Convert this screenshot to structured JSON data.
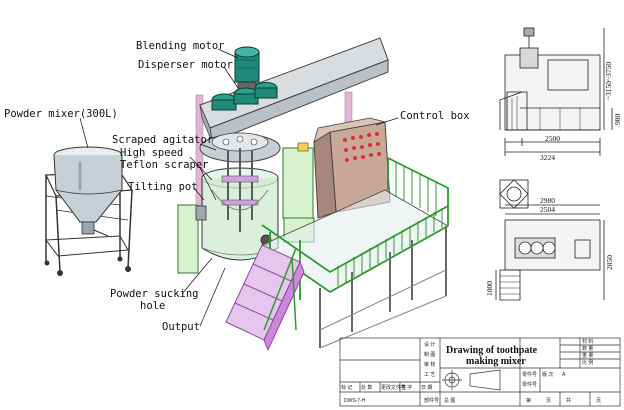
{
  "labels": {
    "blending_motor": "Blending motor",
    "disperser_motor": "Disperser motor",
    "powder_mixer": "Powder mixer(300L)",
    "scraped_agitator": "Scraped agitator",
    "high_speed": "High speed",
    "teflon_scraper": "Teflon scraper",
    "tilting_pot": "Tilting pot",
    "control_box": "Control box",
    "powder_sucking": "Powder sucking",
    "hole": "hole",
    "output": "Output"
  },
  "dimensions": {
    "height_total": "~3150~3750",
    "height_platform": "980",
    "width_front_inner": "2500",
    "width_front_outer": "3224",
    "width_top_outer": "2980",
    "width_top_inner": "2504",
    "depth_top": "2850",
    "depth_stair": "1000"
  },
  "title_block": {
    "title_line1": "Drawing of toothpate",
    "title_line2": "making mixer",
    "cells_right": [
      "材 料",
      "数 量",
      "重 量",
      "比 例"
    ],
    "cells_left": [
      "设 计",
      "制 图",
      "审 核",
      "工 艺"
    ],
    "mid_labels": [
      "零件号",
      "零件号"
    ],
    "version": "版 次",
    "version_value": "A",
    "bottom_row": [
      "标 记",
      "处 数",
      "更改文件号",
      "签 字",
      "日 期"
    ],
    "bottom_right": [
      "第",
      "页",
      "共",
      "页"
    ],
    "drawing_no": "DWS-7-H",
    "part_label": "部件号",
    "part_value": "总 图"
  },
  "colors": {
    "green_frame": "#2c9a2c",
    "pink_stair": "#cc88dd",
    "glass_pot": "#cfe9d2",
    "control_box": "#c9a89a",
    "motor_teal": "#1f8a7a",
    "grey_metal": "#b9c0c6"
  }
}
